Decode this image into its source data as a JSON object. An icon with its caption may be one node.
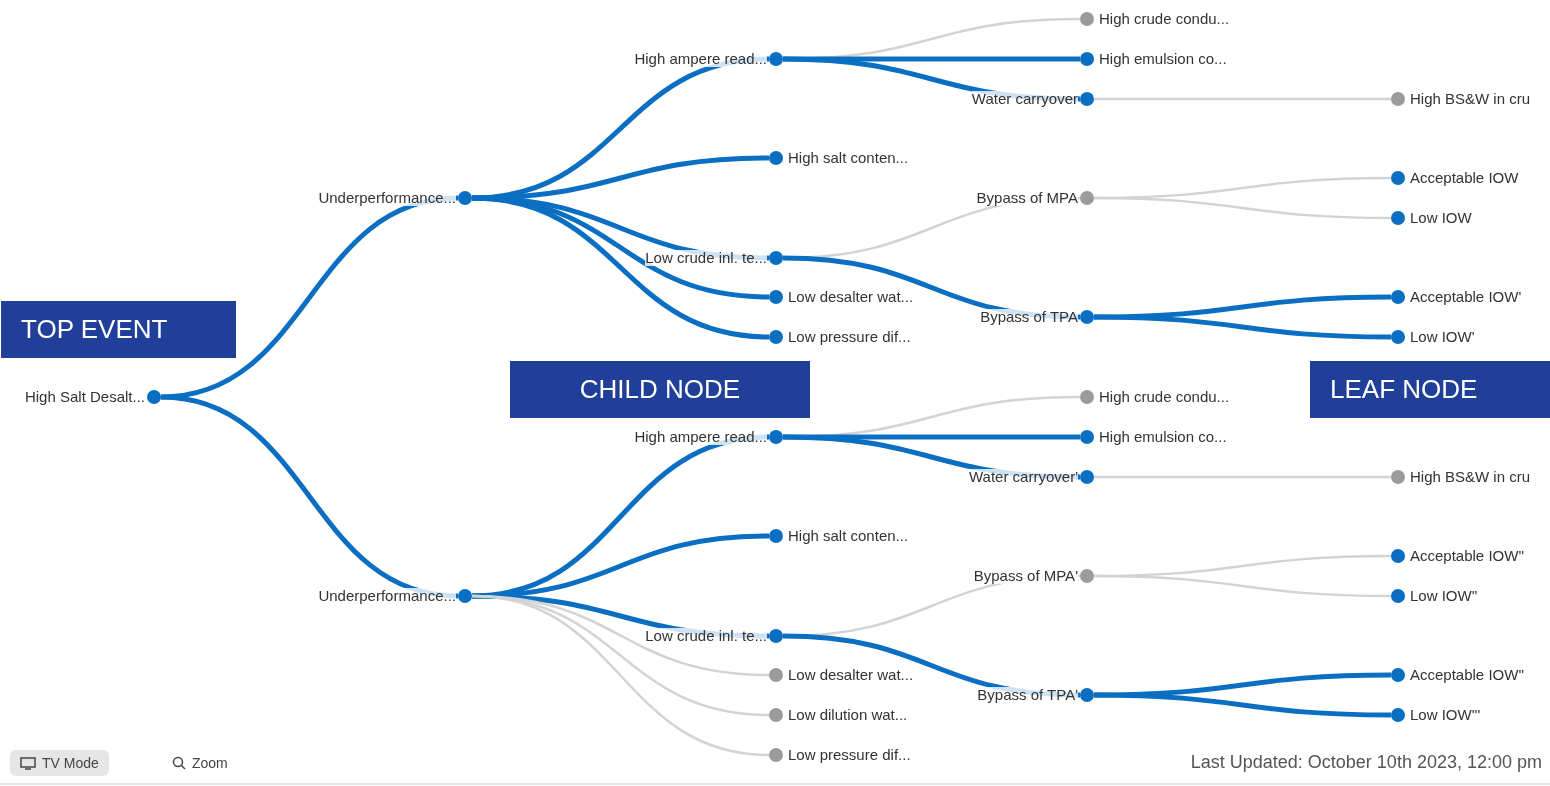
{
  "diagram": {
    "nodes": [
      {
        "text": [
          "TOP EVENT"
        ]
      },
      {
        "text": [
          "CHILD NODE"
        ]
      },
      {
        "text": [
          "LEAF NODE"
        ]
      },
      {
        "text": [
          "High Salt Desalt..."
        ]
      },
      {
        "text": [
          "Underperformance..."
        ]
      },
      {
        "text": [
          "High ampere read..."
        ]
      },
      {
        "text": [
          "High crude condu..."
        ]
      },
      {
        "text": [
          "High emulsion co..."
        ]
      },
      {
        "text": [
          "Water carryover"
        ]
      },
      {
        "text": [
          "High BS&W in cru"
        ]
      },
      {
        "text": [
          "High salt conten..."
        ]
      },
      {
        "text": [
          "Low crude inl. te..."
        ]
      },
      {
        "text": [
          "Bypass of MPA"
        ]
      },
      {
        "text": [
          "Acceptable IOW"
        ]
      },
      {
        "text": [
          "Low IOW"
        ]
      },
      {
        "text": [
          "Bypass of TPA"
        ]
      },
      {
        "text": [
          "Acceptable IOW'"
        ]
      },
      {
        "text": [
          "Low IOW'"
        ]
      },
      {
        "text": [
          "Low desalter wat..."
        ]
      },
      {
        "text": [
          "Low pressure dif..."
        ]
      },
      {
        "text": [
          "Underperformance..."
        ]
      },
      {
        "text": [
          "High ampere read..."
        ]
      },
      {
        "text": [
          "High crude condu..."
        ]
      },
      {
        "text": [
          "High emulsion co..."
        ]
      },
      {
        "text": [
          "Water carryover'"
        ]
      },
      {
        "text": [
          "High BS&W in cru"
        ]
      },
      {
        "text": [
          "High salt conten..."
        ]
      },
      {
        "text": [
          "Low crude inl. te..."
        ]
      },
      {
        "text": [
          "Bypass of MPA'"
        ]
      },
      {
        "text": [
          "Acceptable IOW''"
        ]
      },
      {
        "text": [
          "Low IOW''"
        ]
      },
      {
        "text": [
          "Bypass of TPA'"
        ]
      },
      {
        "text": [
          "Acceptable IOW''"
        ]
      },
      {
        "text": [
          "Low IOW'''"
        ]
      },
      {
        "text": [
          "Low desalter wat..."
        ]
      },
      {
        "text": [
          "Low dilution wat..."
        ]
      },
      {
        "text": [
          "Low pressure dif..."
        ]
      }
    ],
    "edges": [
      {
        "from": 3,
        "to": 4,
        "arrow": "none"
      },
      {
        "from": 3,
        "to": 20,
        "arrow": "none"
      },
      {
        "from": 4,
        "to": 5,
        "arrow": "none"
      },
      {
        "from": 4,
        "to": 10,
        "arrow": "none"
      },
      {
        "from": 4,
        "to": 11,
        "arrow": "none"
      },
      {
        "from": 4,
        "to": 18,
        "arrow": "none"
      },
      {
        "from": 4,
        "to": 19,
        "arrow": "none"
      },
      {
        "from": 5,
        "to": 6,
        "arrow": "none",
        "color": "#d3d3d3"
      },
      {
        "from": 5,
        "to": 7,
        "arrow": "none"
      },
      {
        "from": 5,
        "to": 8,
        "arrow": "none"
      },
      {
        "from": 8,
        "to": 9,
        "arrow": "none",
        "color": "#d3d3d3"
      },
      {
        "from": 11,
        "to": 12,
        "arrow": "none",
        "color": "#d3d3d3"
      },
      {
        "from": 11,
        "to": 15,
        "arrow": "none"
      },
      {
        "from": 12,
        "to": 13,
        "arrow": "none",
        "color": "#d3d3d3"
      },
      {
        "from": 12,
        "to": 14,
        "arrow": "none",
        "color": "#d3d3d3"
      },
      {
        "from": 15,
        "to": 16,
        "arrow": "none"
      },
      {
        "from": 15,
        "to": 17,
        "arrow": "none"
      },
      {
        "from": 20,
        "to": 21,
        "arrow": "none"
      },
      {
        "from": 20,
        "to": 26,
        "arrow": "none"
      },
      {
        "from": 20,
        "to": 27,
        "arrow": "none"
      },
      {
        "from": 20,
        "to": 34,
        "arrow": "none",
        "color": "#d3d3d3"
      },
      {
        "from": 20,
        "to": 35,
        "arrow": "none",
        "color": "#d3d3d3"
      },
      {
        "from": 20,
        "to": 36,
        "arrow": "none",
        "color": "#d3d3d3"
      },
      {
        "from": 21,
        "to": 22,
        "arrow": "none",
        "color": "#d3d3d3"
      },
      {
        "from": 21,
        "to": 23,
        "arrow": "none"
      },
      {
        "from": 21,
        "to": 24,
        "arrow": "none"
      },
      {
        "from": 24,
        "to": 25,
        "arrow": "none",
        "color": "#d3d3d3"
      },
      {
        "from": 27,
        "to": 28,
        "arrow": "none",
        "color": "#d3d3d3"
      },
      {
        "from": 27,
        "to": 31,
        "arrow": "none"
      },
      {
        "from": 28,
        "to": 29,
        "arrow": "none",
        "color": "#d3d3d3"
      },
      {
        "from": 28,
        "to": 30,
        "arrow": "none",
        "color": "#d3d3d3"
      },
      {
        "from": 31,
        "to": 32,
        "arrow": "none"
      },
      {
        "from": 31,
        "to": 33,
        "arrow": "none"
      }
    ],
    "labels": [
      "TV Mode",
      "Zoom",
      "Last Updated: October 10th 2023, 12:00 pm"
    ]
  }
}
